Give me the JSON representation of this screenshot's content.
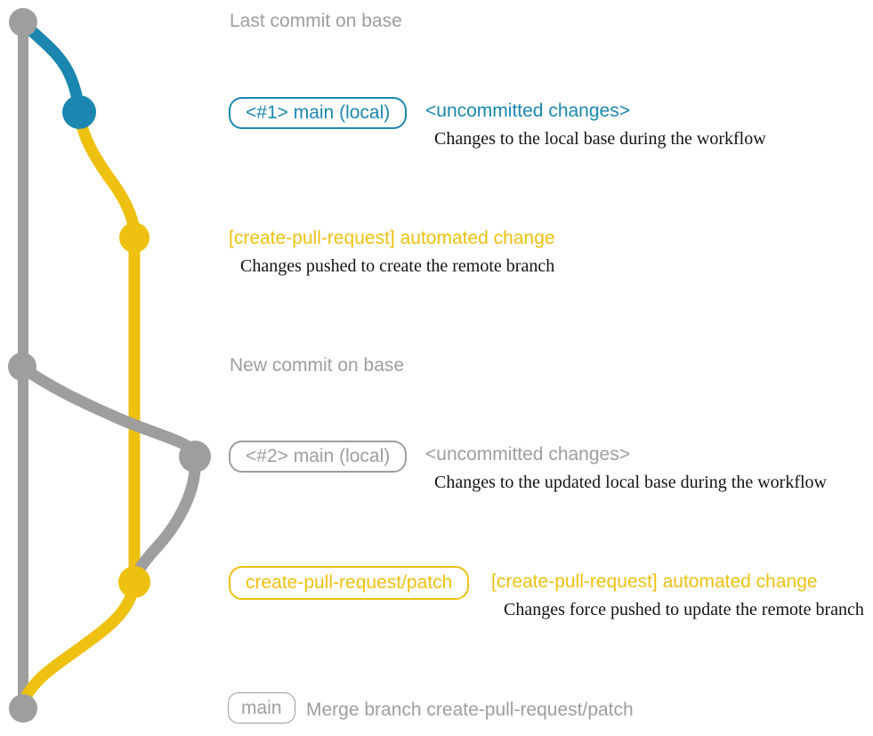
{
  "colors": {
    "gray": "#9e9e9e",
    "teal": "#1b87b0",
    "yellow": "#eec111",
    "ink": "#131313"
  },
  "rows": [
    {
      "label": "Last commit on base"
    },
    {
      "badge": "<#1> main (local)",
      "heading": "<uncommitted changes>",
      "description": "Changes to the local base during the workflow"
    },
    {
      "heading": "[create-pull-request] automated change",
      "description": "Changes pushed to create the remote branch"
    },
    {
      "label": "New commit on base"
    },
    {
      "badge": "<#2> main (local)",
      "heading": "<uncommitted changes>",
      "description": "Changes to the updated local base during the workflow"
    },
    {
      "badge": "create-pull-request/patch",
      "heading": "[create-pull-request] automated change",
      "description": "Changes force pushed to update the remote branch"
    },
    {
      "badge": "main",
      "label": "Merge branch create-pull-request/patch"
    }
  ]
}
